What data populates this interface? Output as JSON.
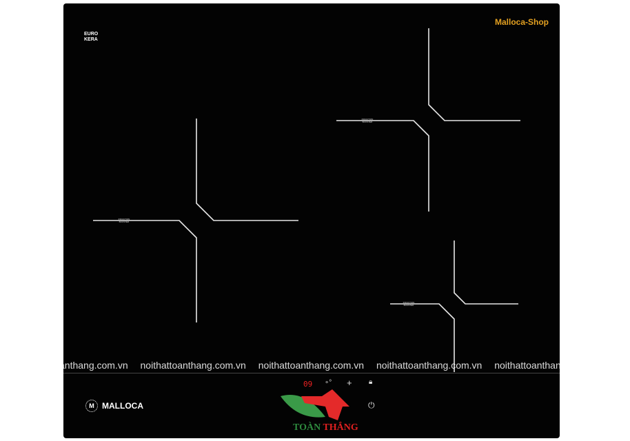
{
  "shop_label": "Malloca-Shop",
  "eurokera_logo": [
    "EURO",
    "KERA"
  ],
  "zone_label": [
    "INDUCTION",
    "BOOSTER"
  ],
  "watermark": "noithattoanthang.com.vn",
  "watermark_partial_left": "anthang.com.vn",
  "watermark_partial_right": "noithattoanthang",
  "brand": {
    "mark": "M",
    "name": "MALLOCA"
  },
  "controls": {
    "timer": "09",
    "plus": "+",
    "lock_icon": "lock",
    "power_icon": "power"
  },
  "overlay_logo": {
    "word1": "TOÀN",
    "word2": "THẮNG",
    "color1": "#2e8b3e",
    "color2": "#e02020"
  }
}
